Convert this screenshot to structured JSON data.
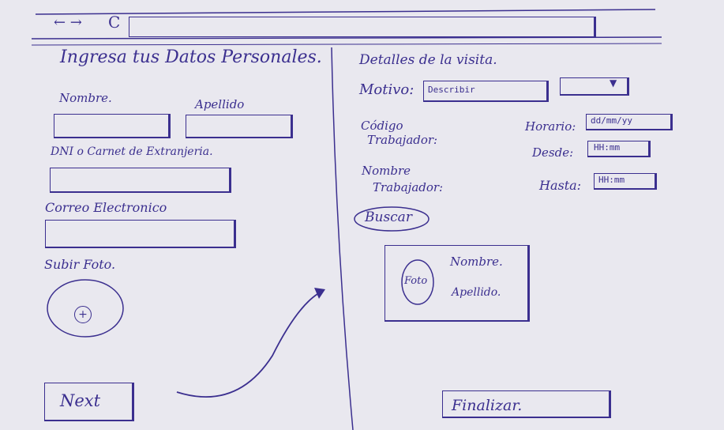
{
  "browser": {
    "nav_icons": "← →",
    "reload_icon": "C"
  },
  "left": {
    "title": "Ingresa tus Datos Personales.",
    "nombre_label": "Nombre.",
    "apellido_label": "Apellido",
    "dni_label": "DNI o Carnet de Extranjeria.",
    "correo_label": "Correo Electronico",
    "foto_label": "Subir Foto.",
    "add_icon": "+",
    "next_label": "Next"
  },
  "right": {
    "title": "Detalles de la visita.",
    "motivo_label": "Motivo:",
    "motivo_placeholder": "Describir",
    "codigo_label_1": "Código",
    "codigo_label_2": "Trabajador:",
    "nombre_trab_1": "Nombre",
    "nombre_trab_2": "Trabajador:",
    "horario_label": "Horario:",
    "horario_placeholder": "dd/mm/yy",
    "desde_label": "Desde:",
    "desde_placeholder": "HH:mm",
    "hasta_label": "Hasta:",
    "hasta_placeholder": "HH:mm",
    "buscar_label": "Buscar",
    "card_foto": "Foto",
    "card_nombre": "Nombre.",
    "card_apellido": "Apellido.",
    "finalizar_label": "Finalizar."
  }
}
